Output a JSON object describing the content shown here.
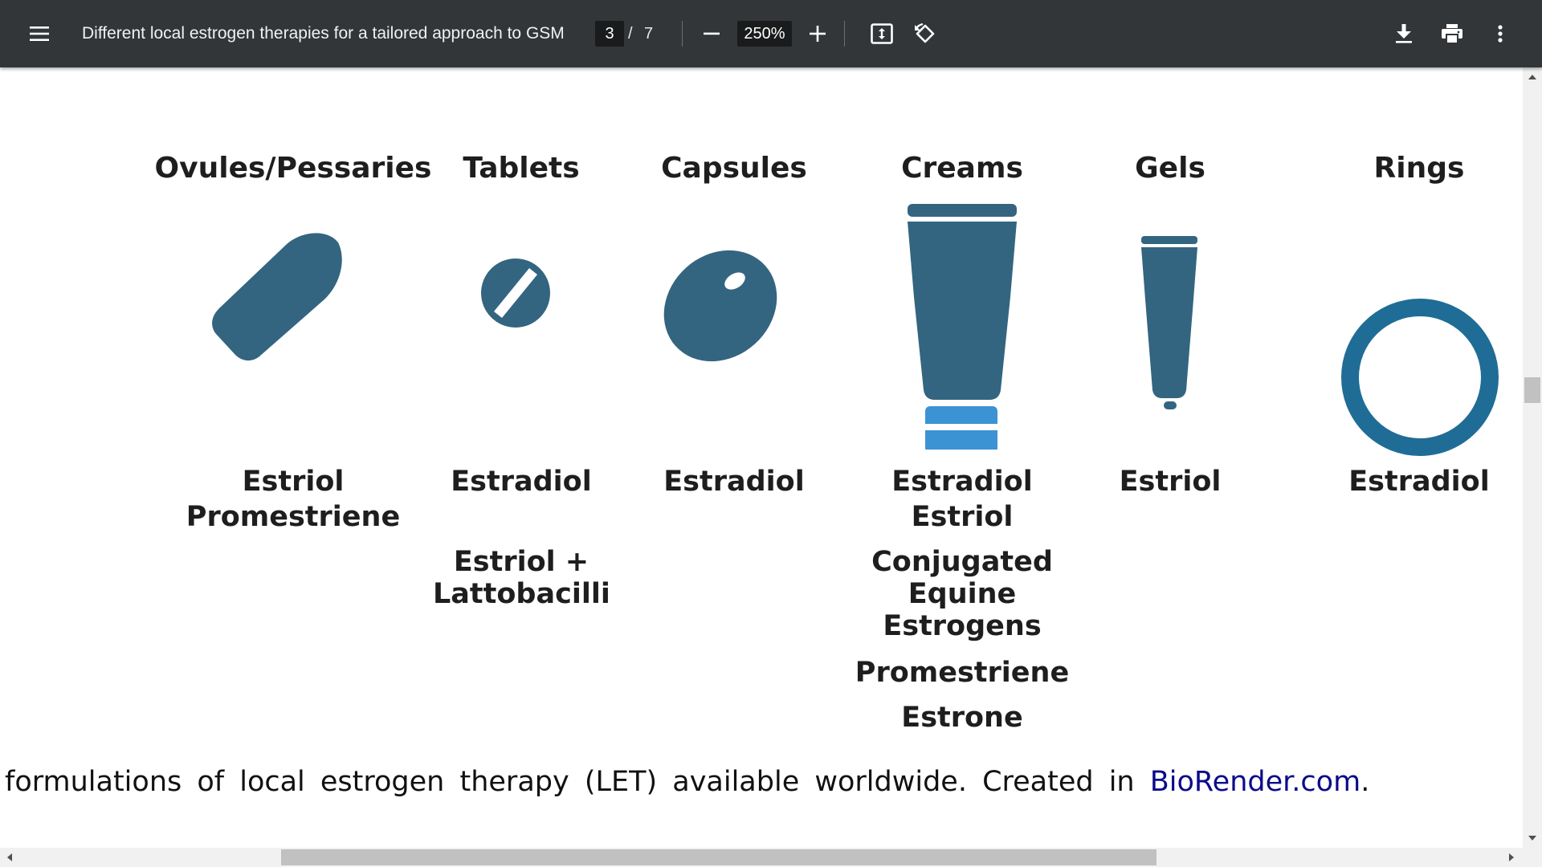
{
  "toolbar": {
    "title": "Different local estrogen therapies for a tailored approach to GSM",
    "current_page": "3",
    "page_separator": "/",
    "total_pages": "7",
    "zoom": "250%",
    "icons": {
      "menu": "menu-icon",
      "zoom_out": "minus-icon",
      "zoom_in": "plus-icon",
      "fit": "fit-to-page-icon",
      "rotate": "rotate-icon",
      "download": "download-icon",
      "print": "print-icon",
      "more": "more-vert-icon"
    }
  },
  "figure": {
    "color_primary": "#336580",
    "color_accent": "#3b93d4",
    "color_ring": "#1f6d96",
    "columns": [
      {
        "heading": "Ovules/Pessaries",
        "icon": "ovule-icon",
        "drugs": [
          "Estriol",
          "Promestriene"
        ]
      },
      {
        "heading": "Tablets",
        "icon": "tablet-icon",
        "drugs": [
          "Estradiol",
          "Estriol + Lattobacilli"
        ]
      },
      {
        "heading": "Capsules",
        "icon": "capsule-icon",
        "drugs": [
          "Estradiol"
        ]
      },
      {
        "heading": "Creams",
        "icon": "cream-tube-icon",
        "drugs": [
          "Estradiol",
          "Estriol",
          "Conjugated Equine Estrogens",
          "Promestriene",
          "Estrone"
        ]
      },
      {
        "heading": "Gels",
        "icon": "gel-tube-icon",
        "drugs": [
          "Estriol"
        ]
      },
      {
        "heading": "Rings",
        "icon": "ring-icon",
        "drugs": [
          "Estradiol"
        ]
      }
    ]
  },
  "caption": {
    "text": "formulations of local estrogen therapy (LET) available worldwide. Created in",
    "link": "BioRender.com",
    "end": "."
  }
}
